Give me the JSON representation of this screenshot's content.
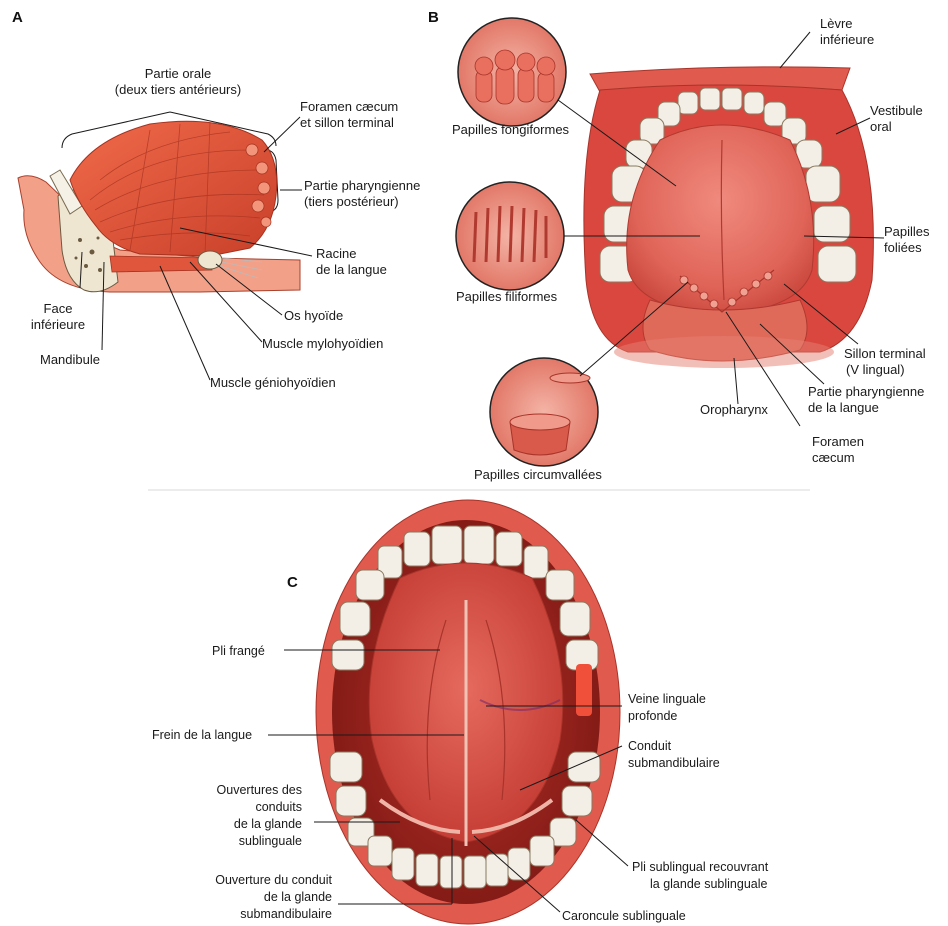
{
  "panels": {
    "a": {
      "letter": "A",
      "labels": {
        "partie_orale_1": "Partie orale",
        "partie_orale_2": "(deux tiers antérieurs)",
        "foramen_1": "Foramen cæcum",
        "foramen_2": "et sillon terminal",
        "pharyngienne_1": "Partie pharyngienne",
        "pharyngienne_2": "(tiers postérieur)",
        "racine_1": "Racine",
        "racine_2": "de la langue",
        "face_1": "Face",
        "face_2": "inférieure",
        "mandibule": "Mandibule",
        "os_hyoide": "Os hyoïde",
        "mylohyoidien": "Muscle mylohyoïdien",
        "geniohyoidien": "Muscle géniohyoïdien"
      }
    },
    "b": {
      "letter": "B",
      "labels": {
        "levre_1": "Lèvre",
        "levre_2": "inférieure",
        "vestibule_1": "Vestibule",
        "vestibule_2": "oral",
        "fongiformes": "Papilles fongiformes",
        "filiformes": "Papilles filiformes",
        "foliees_1": "Papilles",
        "foliees_2": "foliées",
        "sillon_1": "Sillon terminal",
        "sillon_2": "(V lingual)",
        "pharyngienne_1": "Partie pharyngienne",
        "pharyngienne_2": "de la langue",
        "oropharynx": "Oropharynx",
        "foramen_1": "Foramen",
        "foramen_2": "cæcum",
        "circumvallees": "Papilles circumvallées"
      }
    },
    "c": {
      "letter": "C",
      "labels": {
        "pli_frange": "Pli frangé",
        "frein": "Frein de la langue",
        "ouv_sub_1": "Ouvertures des",
        "ouv_sub_2": "conduits",
        "ouv_sub_3": "de la glande",
        "ouv_sub_4": "sublinguale",
        "ouv_subm_1": "Ouverture du conduit",
        "ouv_subm_2": "de la glande",
        "ouv_subm_3": "submandibulaire",
        "veine_1": "Veine linguale",
        "veine_2": "profonde",
        "conduit_1": "Conduit",
        "conduit_2": "submandibulaire",
        "pli_sub_1": "Pli sublingual recouvrant",
        "pli_sub_2": "la glande sublinguale",
        "caroncule": "Caroncule sublinguale"
      }
    }
  },
  "colors": {
    "muscle": "#e8553a",
    "muscle_dark": "#c43b22",
    "tongue": "#e56a5e",
    "tongue_dark": "#c9463c",
    "gum": "#d9473f",
    "lip": "#e05a4e",
    "tooth": "#f3efe6",
    "bone": "#efe6d2"
  }
}
